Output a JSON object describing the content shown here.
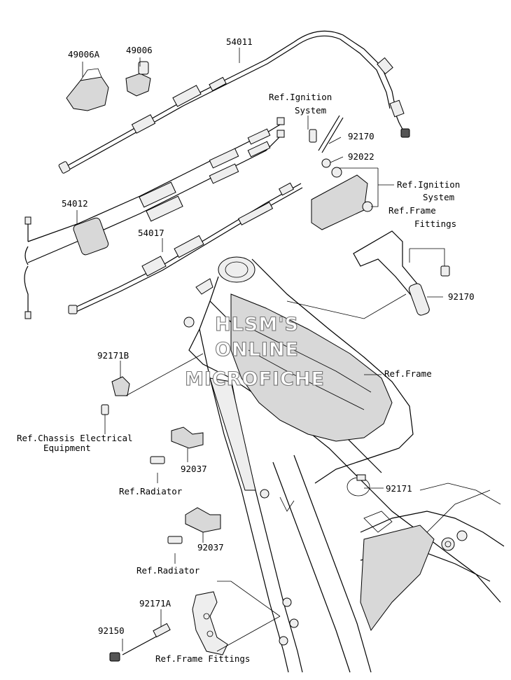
{
  "watermark": [
    "HLSM'S",
    "ONLINE",
    "MICROFICHE"
  ],
  "labels": {
    "p49006A": "49006A",
    "p49006": "49006",
    "p54011": "54011",
    "p54012": "54012",
    "p54017": "54017",
    "ref_ignition_1a": "Ref.Ignition",
    "ref_ignition_1b": "System",
    "p92170_top": "92170",
    "p92022": "92022",
    "ref_ignition_2a": "Ref.Ignition",
    "ref_ignition_2b": "System",
    "ref_frame_fittings_a": "Ref.Frame",
    "ref_frame_fittings_b": "Fittings",
    "p92170_right": "92170",
    "p92171B": "92171B",
    "ref_frame": "Ref.Frame",
    "ref_chassis_a": "Ref.Chassis Electrical",
    "ref_chassis_b": "Equipment",
    "p92037_1": "92037",
    "ref_radiator_1": "Ref.Radiator",
    "p92171": "92171",
    "p92037_2": "92037",
    "ref_radiator_2": "Ref.Radiator",
    "p92171A": "92171A",
    "p92150": "92150",
    "ref_frame_fittings_bottom": "Ref.Frame Fittings"
  }
}
